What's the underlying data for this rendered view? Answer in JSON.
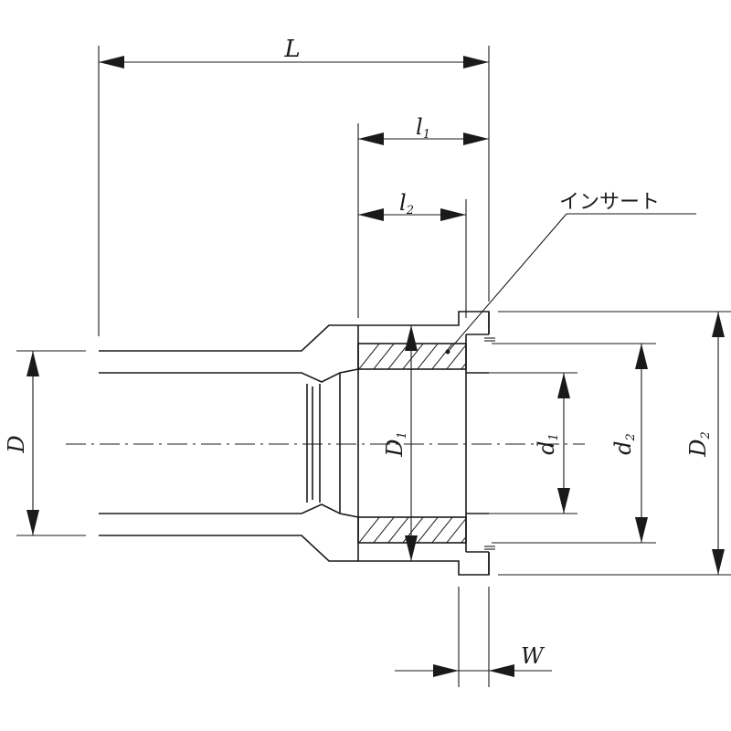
{
  "labels": {
    "L": "L",
    "l1_main": "l",
    "l1_sub": "1",
    "l2_main": "l",
    "l2_sub": "2",
    "insert": "インサート",
    "D": "D",
    "D1_main": "D",
    "D1_sub": "1",
    "d1_main": "d",
    "d1_sub": "1",
    "d2_main": "d",
    "d2_sub": "2",
    "D2_main": "D",
    "D2_sub": "2",
    "W": "W"
  },
  "colors": {
    "line": "#1a1a1a",
    "background": "#ffffff"
  }
}
